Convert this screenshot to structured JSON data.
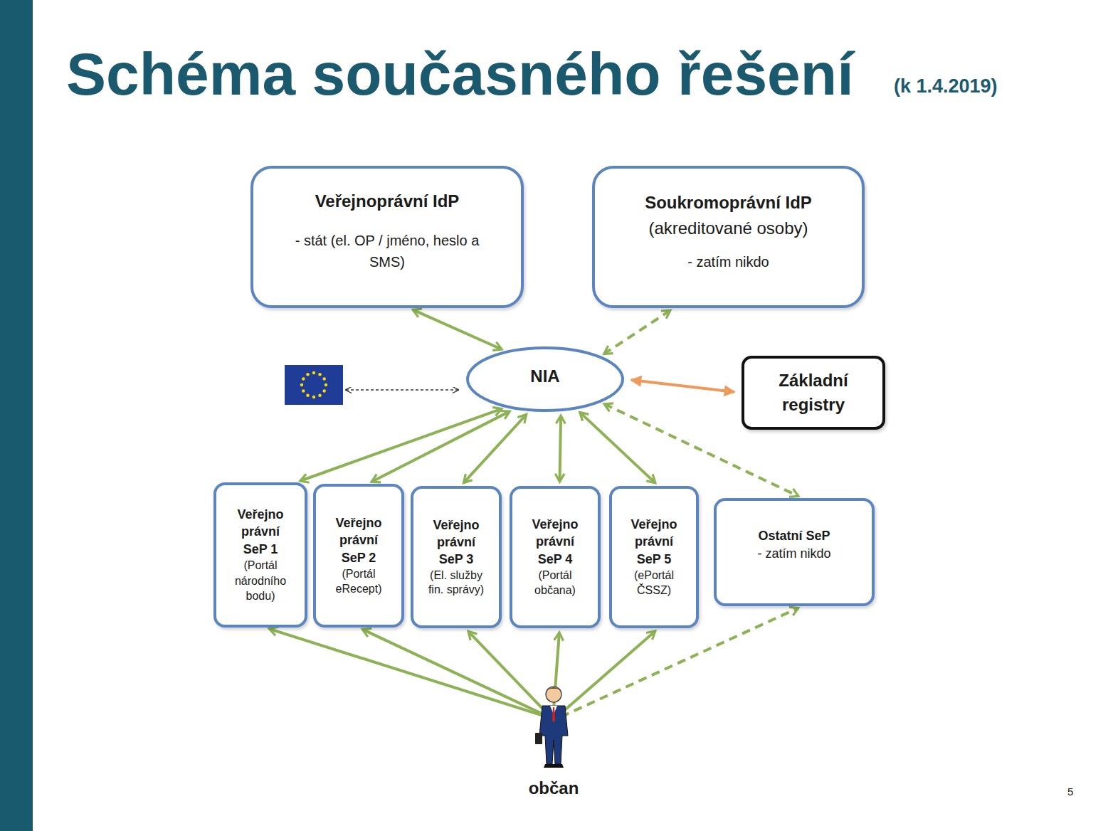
{
  "diagram": {
    "title": "Schéma současného řešení",
    "nodes": [
      {
        "text": [
          "Veřejnoprávní IdP",
          "- stát (el. OP / jméno, heslo a SMS)"
        ]
      },
      {
        "text": [
          "Soukromoprávní IdP",
          "(akreditované osoby)",
          "- zatím nikdo"
        ]
      },
      {
        "text": [
          "NIA"
        ]
      },
      {
        "text": [
          "Základní registry"
        ]
      },
      {
        "text": [
          "Veřejno právní SeP 1",
          "(Portál národního bodu)"
        ]
      },
      {
        "text": [
          "Veřejno právní SeP 2",
          "(Portál eRecept)"
        ]
      },
      {
        "text": [
          "Veřejno právní SeP 3",
          "(El. služby fin. správy)"
        ]
      },
      {
        "text": [
          "Veřejno právní SeP 4",
          "(Portál občana)"
        ]
      },
      {
        "text": [
          "Veřejno právní SeP 5",
          "(ePortál ČSSZ)"
        ]
      },
      {
        "text": [
          "Ostatní SeP",
          "- zatím nikdo"
        ]
      },
      {
        "text": [
          "občan"
        ]
      }
    ],
    "edges": [
      {
        "from": 0,
        "to": 2,
        "arrow": "both"
      },
      {
        "from": 1,
        "to": 2,
        "arrow": "both"
      },
      {
        "from": 2,
        "to": 3,
        "arrow": "both"
      },
      {
        "from": 2,
        "to": 4,
        "arrow": "both"
      },
      {
        "from": 2,
        "to": 5,
        "arrow": "both"
      },
      {
        "from": 2,
        "to": 6,
        "arrow": "both"
      },
      {
        "from": 2,
        "to": 7,
        "arrow": "both"
      },
      {
        "from": 2,
        "to": 8,
        "arrow": "both"
      },
      {
        "from": 2,
        "to": 9,
        "arrow": "both"
      },
      {
        "from": 10,
        "to": 4,
        "arrow": "to"
      },
      {
        "from": 10,
        "to": 5,
        "arrow": "to"
      },
      {
        "from": 10,
        "to": 6,
        "arrow": "to"
      },
      {
        "from": 10,
        "to": 7,
        "arrow": "to"
      },
      {
        "from": 10,
        "to": 8,
        "arrow": "to"
      },
      {
        "from": 10,
        "to": 9,
        "arrow": "to"
      }
    ],
    "labels": [
      "(k 1.4.2019)",
      "5"
    ]
  }
}
